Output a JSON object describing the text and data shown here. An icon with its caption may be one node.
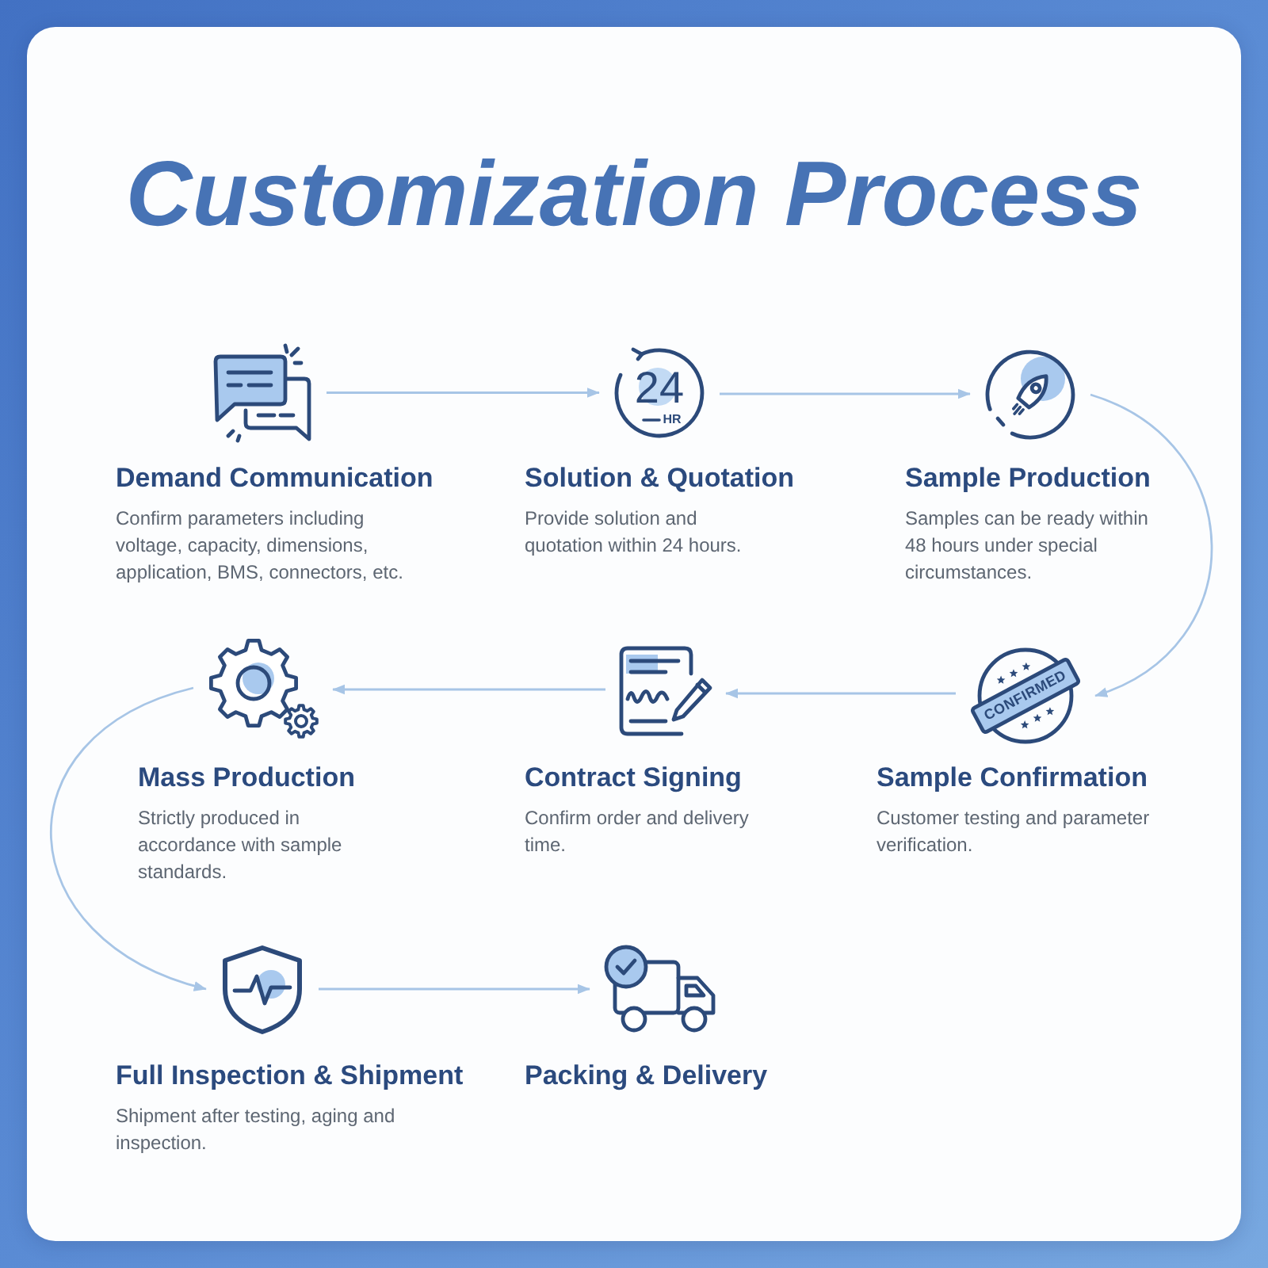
{
  "diagram": {
    "title": "Customization Process",
    "nodes": [
      {
        "text": [],
        "shape": "picture",
        "beside": [
          "Demand Communication",
          "Confirm parameters including voltage, capacity, dimensions, application, BMS, connectors, etc."
        ]
      },
      {
        "text": [],
        "shape": "picture",
        "beside": [
          "Solution & Quotation",
          "Provide solution and quotation within 24 hours."
        ]
      },
      {
        "text": [],
        "shape": "picture",
        "beside": [
          "Sample Production",
          "Samples can be ready within 48 hours under special circumstances."
        ]
      },
      {
        "text": [],
        "shape": "picture",
        "beside": [
          "Mass Production",
          "Strictly produced in accordance with sample standards."
        ]
      },
      {
        "text": [],
        "shape": "picture",
        "beside": [
          "Contract Signing",
          "Confirm order and delivery time."
        ]
      },
      {
        "text": [],
        "shape": "picture",
        "beside": [
          "Sample Confirmation",
          "Customer testing and parameter verification."
        ]
      },
      {
        "text": [],
        "shape": "picture",
        "beside": [
          "Full Inspection & Shipment",
          "Shipment after testing, aging and inspection."
        ]
      },
      {
        "text": [],
        "shape": "picture",
        "beside": [
          "Packing & Delivery"
        ]
      }
    ],
    "edges": [
      {
        "from": 0,
        "to": 1,
        "arrow": "to"
      },
      {
        "from": 1,
        "to": 2,
        "arrow": "to"
      },
      {
        "from": 2,
        "to": 5,
        "arrow": "to"
      },
      {
        "from": 5,
        "to": 4,
        "arrow": "to"
      },
      {
        "from": 4,
        "to": 3,
        "arrow": "to"
      },
      {
        "from": 3,
        "to": 6,
        "arrow": "to"
      },
      {
        "from": 6,
        "to": 7,
        "arrow": "to"
      }
    ],
    "labels": [
      "24",
      "HR",
      "CONFIRMED"
    ]
  }
}
